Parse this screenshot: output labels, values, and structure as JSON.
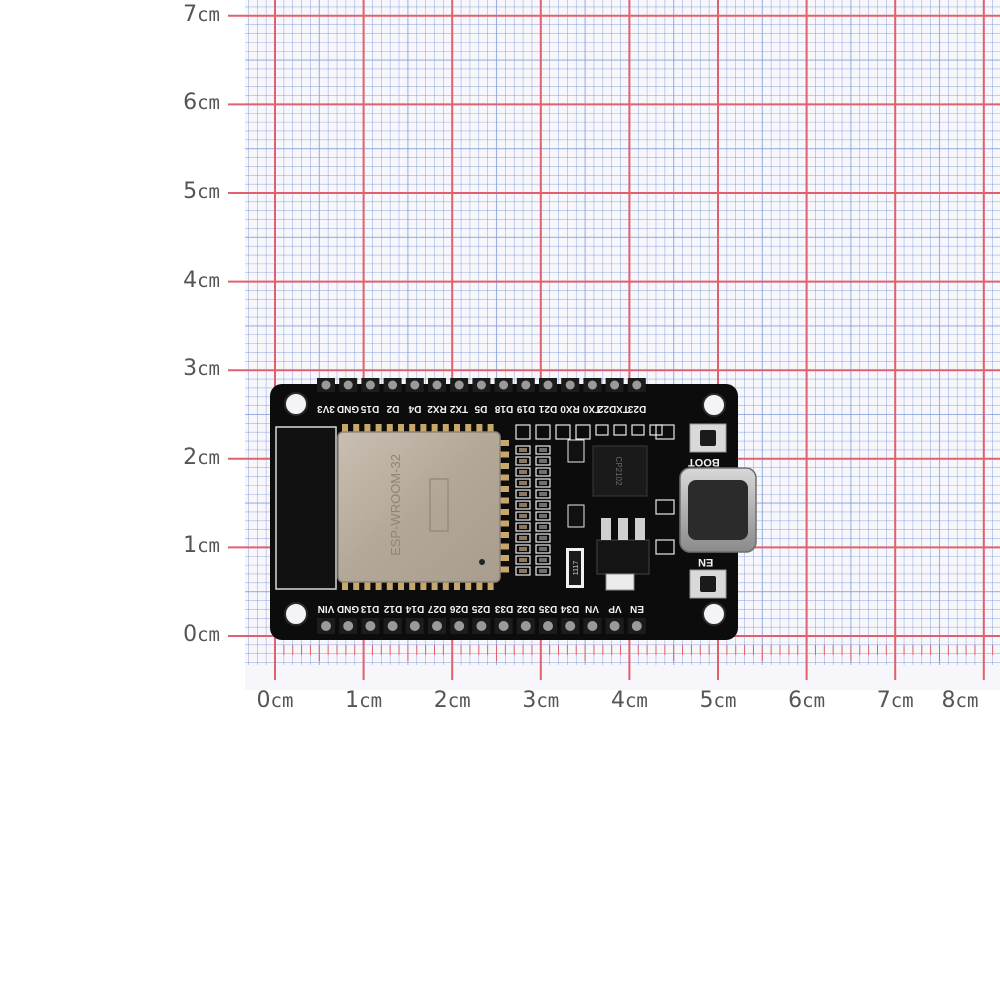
{
  "y_axis": {
    "unit": "cm",
    "ticks": [
      "7",
      "6",
      "5",
      "4",
      "3",
      "2",
      "1",
      "0"
    ]
  },
  "x_axis": {
    "unit": "cm",
    "ticks": [
      "0",
      "1",
      "2",
      "3",
      "4",
      "5",
      "6",
      "7",
      "8"
    ]
  },
  "board": {
    "top_header_labels": [
      "D23",
      "TXD22",
      "TX0",
      "RX0",
      "D21",
      "D19",
      "D18",
      "D5",
      "TX2",
      "RX2",
      "D4",
      "D2",
      "D15",
      "GND",
      "3V3"
    ],
    "bottom_header_labels": [
      "EN",
      "VP",
      "VN",
      "D34",
      "D35",
      "D32",
      "D33",
      "D25",
      "D26",
      "D27",
      "D14",
      "D12",
      "D13",
      "GND",
      "VIN"
    ],
    "boot_button_label": "BOOT",
    "en_button_label": "EN",
    "module_label": "ESP-WROOM-32",
    "usb_chip_label": "CP2102",
    "regulator_label": "1117"
  },
  "colors": {
    "grid_minor": "#7f9ad6",
    "grid_major": "#e0606e",
    "board": "#0c0c0c",
    "module_shield": "#b8ada0",
    "label_text": "#555555"
  }
}
